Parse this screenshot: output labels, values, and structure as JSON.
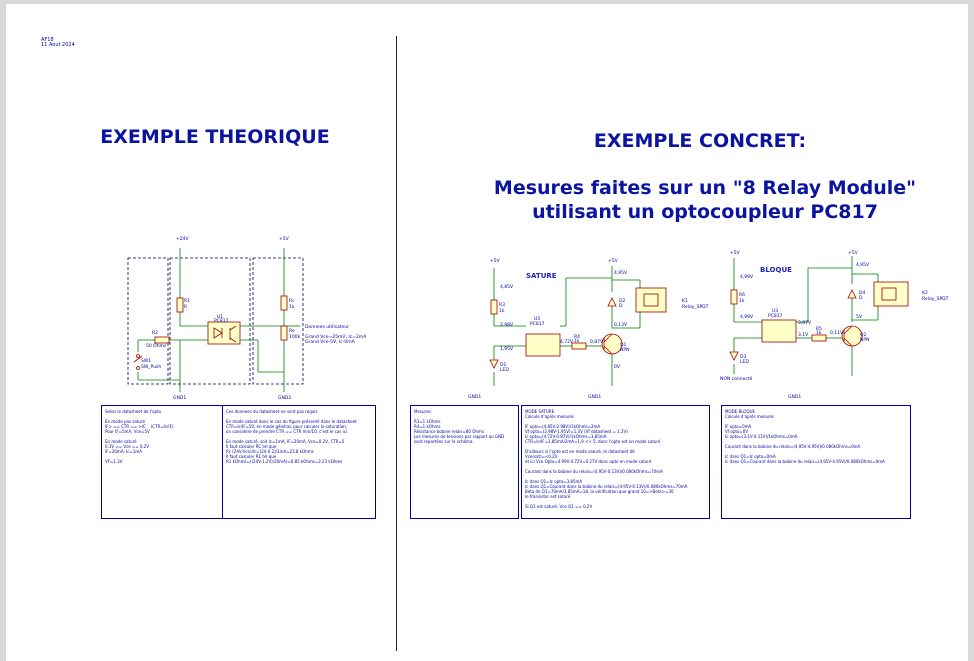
{
  "header": {
    "author": "AF18",
    "date": "11 Aout 2024"
  },
  "left": {
    "title": "EXEMPLE THEORIQUE",
    "schematic": {
      "rail_24": "+24V",
      "rail_5": "+5V",
      "r1_ref": "R1",
      "r1_val": "R",
      "r2_ref": "R2",
      "r2_val": "50 Ohms",
      "u1_ref": "U1",
      "u1_val": "PC817",
      "sw_ref": "SW1",
      "sw_val": "SW_Push",
      "rc_ref": "Rc",
      "rc_val": "1k",
      "re_ref": "Re",
      "re_val": "100k",
      "user_title": "Donnees utilisateur",
      "user_l1": "Grand Vce=25mV, Ic=2mA",
      "user_l2": "Grand Vce-5V, Ic-0mA",
      "gnd1": "GND1",
      "gnd2": "GND2"
    },
    "note1": "Selon le datasheet de l'opto\n\nEn mode pas saturé\nIF> == CTR == >IC    (CTR=Ic/IF)\nPour IF=5mA, Vce=5V\n\nEn mode saturé\n0.3V == Vce == 0.2V\nIF=20mA, Ic=1mA\n\nVF=1.2V",
    "note2": "Ces donnees du datasheet ne sont pas requis\n\nEn mode saturé dans le cas du figure présenté dans le datasheet\nCTR=Ic/IF=50, en mode général, pour calculer la saturation,\non considère de prendre CTR == CTR min/10, c'est le cas ici.\n\nEn mode saturé, soit Ic=1mA, IF=20mA, Vce=0.2V, CTR=5\nIl faut calculer RC tel que\nRc (24V-Vce)/Ic=(24-0.2)/1mA=23.8 kOhms\nIl faut calculer R1 tel que\nR1 kOhms=((24V-1.2V)/20mA)=0.85 kOhms=2.23 kOhms"
  },
  "right": {
    "title": "EXEMPLE CONCRET:",
    "subtitle_l1": "Mesures faites sur un \"8 Relay Module\"",
    "subtitle_l2": "utilisant un optocoupleur PC817",
    "sat": {
      "label": "SATURE",
      "rail1": "+5V",
      "v1": "4,85V",
      "r3_ref": "R3",
      "r3_val": "1k",
      "v_r3": "2,98V",
      "u3_ref": "U3",
      "u3_val": "PC817",
      "v_d1": "1,95V",
      "d1_ref": "D1",
      "d1_val": "LED",
      "v_opto": "4,72V",
      "r4_ref": "R4",
      "r4_val": "1k",
      "v_base": "0,87V",
      "q1_ref": "Q1",
      "q1_val": "NPN",
      "rail2": "+5V",
      "v_top": "4,95V",
      "d2_ref": "D2",
      "d2_val": "D",
      "v_coll": "0,13V",
      "k1_ref": "K1",
      "k1_val": "Relay_SPDT",
      "v_emit": "0V",
      "gnd1": "GND1",
      "gnd2": "GND1"
    },
    "blq": {
      "label": "BLOQUE",
      "rail1": "+5V",
      "v1": "4,99V",
      "r6_ref": "R6",
      "r6_val": "1k",
      "v_r6": "4,99V",
      "u3_ref": "U3",
      "u3_val": "PC817",
      "v_out": "3,87V",
      "r5_ref": "R5",
      "r5_val": "1k",
      "v_b": "3,1V",
      "v_b2": "0,11V",
      "q2_ref": "Q2",
      "q2_val": "NPN",
      "d3_ref": "D3",
      "d3_val": "LED",
      "non": "NON connecté",
      "rail2": "+5V",
      "v_top": "4,95V",
      "d4_ref": "D4",
      "d4_val": "D",
      "k2_ref": "K2",
      "k2_val": "Relay_SPDT",
      "v_coll": "5V",
      "gnd": "GND1"
    },
    "note1": "Mesures:\n\nR3=1 kOhms\nR4=1 kOhms\nRésistance bobine relais=80 Ohms\nLes mesures de tensions par rapport au GND\nsont reportées sur le schéma.",
    "note2": "MODE SATURE\nCalcule d'après mesures\n\nIF opto=(4.85V-2.98V)/1kOhms=2mA\nVf opto=(2.98V-1.95V)=1.3V (Vf datasheet = 1.2V)\nIc opto=(4.72V-0.87V)/1kOhms=3,85mA\nCTR=Ic/IF=3,85mA/2mA=1,9 << 5, donc l'opto est en mode saturé\n\nD'ailleurs si l'opto est en mode saturé, le datasheet dit\nVce(sat)=<0.2V\net ici Vce Opto=4.99V-4.72V=0.27V donc opto en mode saturé\n\nCourant dans la bobine du relais=(4.95V-0.13V)/0.080kOhms=70mA\n\nIc dans Q1=Ic opto=3,85mA\nIc dans Q1=Courant dans la bobine du relais=(4.95V-0.13V)/0.080kOhms=70mA\nBeta de Q1=70mA/3,85mA=18, la vérification que grand 10=>Beta>=30\nle transistor est saturé\n\nSi Q1 est saturé, Vce Q1 == 0.2V",
    "note3": "MODE BLOQUE\nCalcule d'après mesures\n\nIF opto=0mA\nVf opto=0V\nIc opto=(3.1V-0.11V)/1kOhms=0mA\n\nCourant dans la bobine du relais=(4.95V-4.95V)/0.080kOhms=0mA\n\nIc dans Q1=Ic opto=0mA\nIc dans Q1=Courant dans la bobine du relais=(4.95V-4.95V)/0.080kOhms=0mA"
  }
}
